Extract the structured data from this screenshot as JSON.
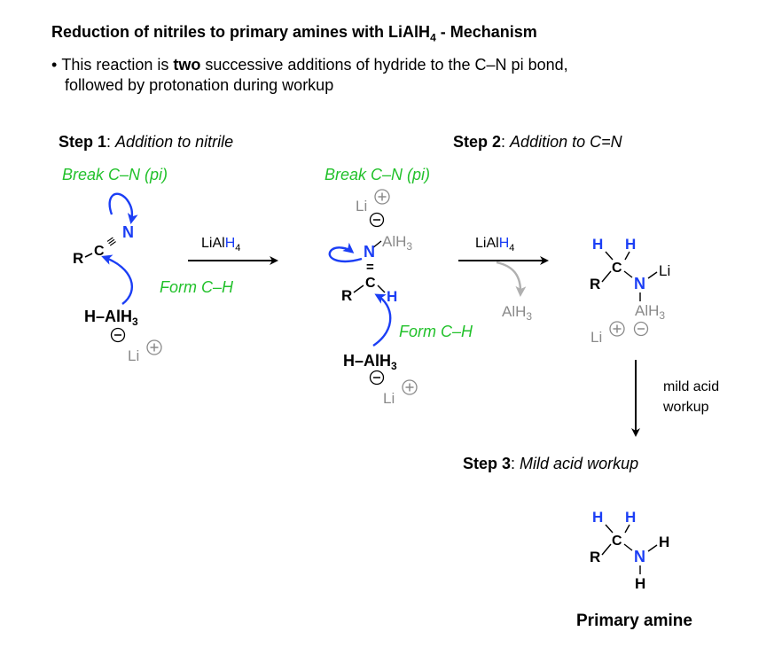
{
  "title": {
    "main": "Reduction of nitriles to primary amines with LiAlH",
    "sub": "4",
    "tail": " - Mechanism"
  },
  "bullet": {
    "marker": "•",
    "line1_a": "This reaction is ",
    "line1_bold": "two",
    "line1_b": " successive additions of hydride to the C–N pi bond,",
    "line2": "followed by protonation during workup"
  },
  "steps": [
    {
      "bold": "Step 1",
      "sep": ": ",
      "italic": "Addition to nitrile"
    },
    {
      "bold": "Step 2",
      "sep": ": ",
      "italic": "Addition to C=N"
    },
    {
      "bold": "Step 3",
      "sep": ": ",
      "italic": "Mild acid workup"
    }
  ],
  "annotations": {
    "break1": "Break C–N (pi)",
    "form1": "Form C–H",
    "break2": "Break C–N (pi)",
    "form2": "Form C–H"
  },
  "reagent": {
    "pre": "LiAl",
    "h": "H",
    "sub": "4"
  },
  "workup_lines": [
    "mild acid",
    "workup"
  ],
  "product_caption": "Primary amine",
  "atoms": {
    "R": "R",
    "C": "C",
    "N": "N",
    "H": "H",
    "Li": "Li",
    "AlH": "AlH",
    "three": "3",
    "H_Al": "H–AlH",
    "AlH_gray": "AlH",
    "minus": "−",
    "plus": "+",
    "triple": "≡",
    "double": "="
  },
  "colors": {
    "blue": "#1b3ef5",
    "green": "#22c12b",
    "gray": "#8a8a8a",
    "black": "#000000"
  }
}
